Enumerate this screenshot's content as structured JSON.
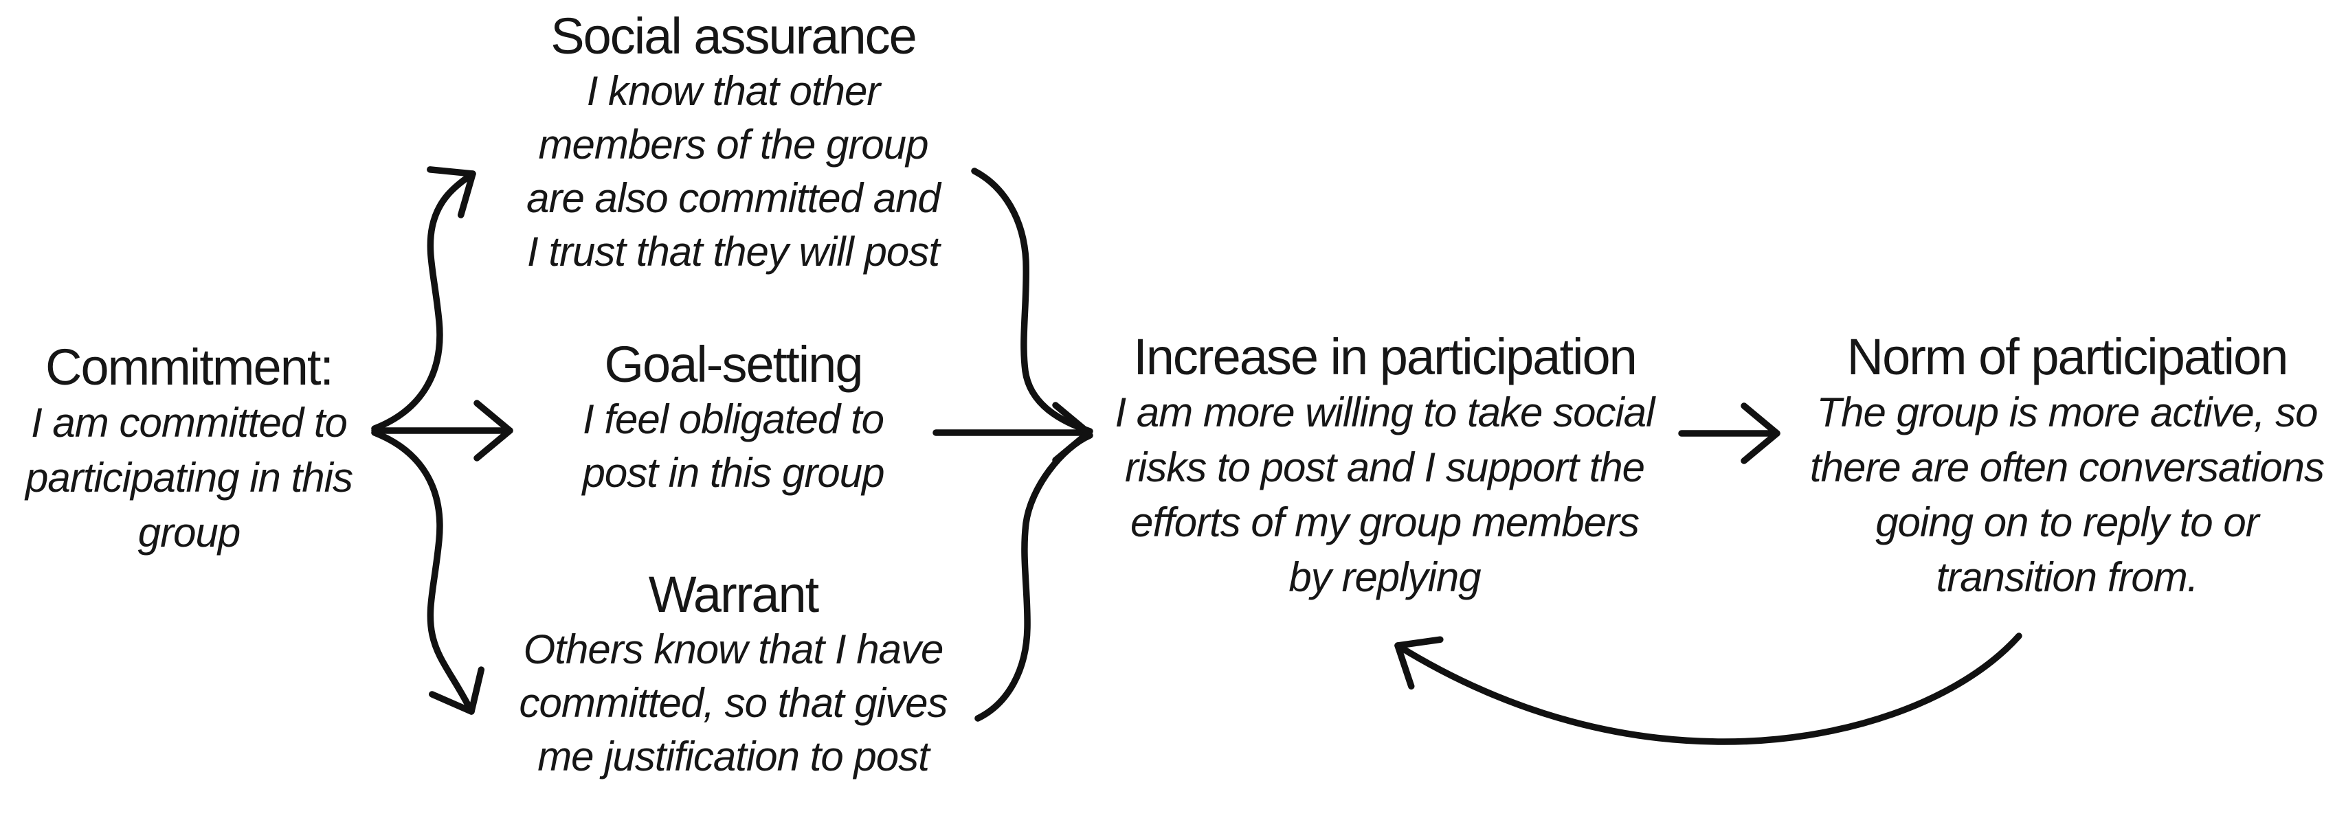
{
  "diagram": {
    "background_color": "#ffffff",
    "text_color": "#161616",
    "line_color": "#111111",
    "nodes": {
      "commitment": {
        "title": "Commitment:",
        "desc_lines": [
          "I am committed to",
          "participating in this",
          "group"
        ]
      },
      "social_assurance": {
        "title": "Social assurance",
        "desc_lines": [
          "I know that other",
          "members of the group",
          "are also committed and",
          "I trust that they will post"
        ]
      },
      "goal_setting": {
        "title": "Goal-setting",
        "desc_lines": [
          "I feel obligated to",
          "post in this group"
        ]
      },
      "warrant": {
        "title": "Warrant",
        "desc_lines": [
          "Others know that I have",
          "committed, so that gives",
          "me justification to post"
        ]
      },
      "increase_participation": {
        "title": "Increase in participation",
        "desc_lines": [
          "I am more willing to take social",
          "risks to post and I support the",
          "efforts of my group members",
          "by replying"
        ]
      },
      "norm_participation": {
        "title": "Norm of participation",
        "desc_lines": [
          "The group is more active, so",
          "there are often conversations",
          "going on to reply to or",
          "transition from."
        ]
      }
    },
    "edges": [
      {
        "from": "commitment",
        "to": "social_assurance"
      },
      {
        "from": "commitment",
        "to": "goal_setting"
      },
      {
        "from": "commitment",
        "to": "warrant"
      },
      {
        "from": "social_assurance",
        "to": "increase_participation"
      },
      {
        "from": "goal_setting",
        "to": "increase_participation"
      },
      {
        "from": "warrant",
        "to": "increase_participation"
      },
      {
        "from": "increase_participation",
        "to": "norm_participation"
      },
      {
        "from": "norm_participation",
        "to": "increase_participation"
      }
    ]
  }
}
